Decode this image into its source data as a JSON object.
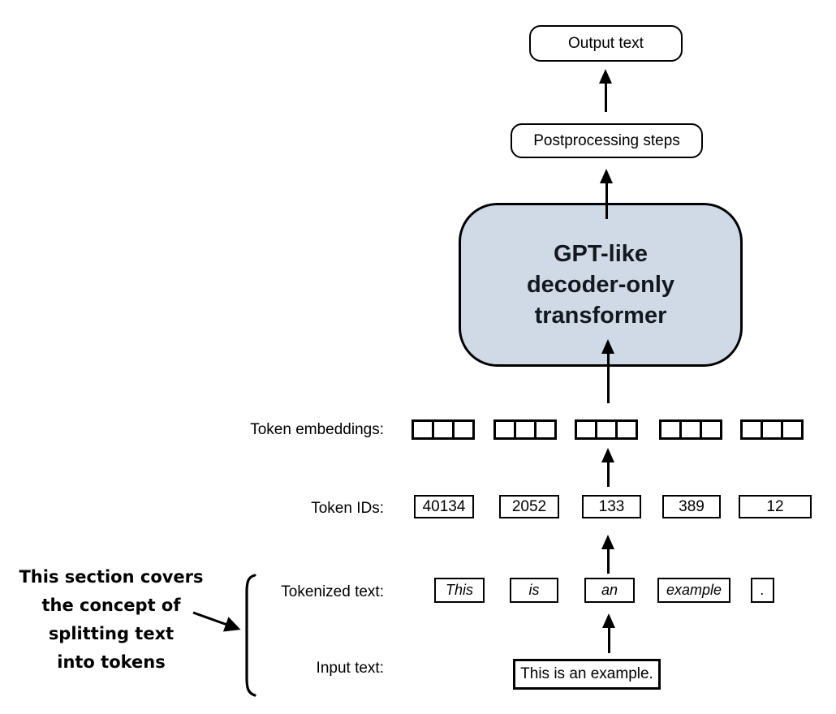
{
  "title": "Tokenization and GPT decoding pipeline diagram",
  "colors": {
    "transformer_fill": "#cfdae6",
    "line": "#000000",
    "background": "#ffffff"
  },
  "pipeline": {
    "output_label": "Output text",
    "postprocessing_label": "Postprocessing steps",
    "transformer_lines": [
      "GPT-like",
      "decoder-only",
      "transformer"
    ]
  },
  "rows": {
    "token_embeddings": {
      "label": "Token embeddings:",
      "groups": 5,
      "cells_per_group": 3
    },
    "token_ids": {
      "label": "Token IDs:",
      "values": [
        "40134",
        "2052",
        "133",
        "389",
        "12"
      ]
    },
    "tokenized_text": {
      "label": "Tokenized text:",
      "tokens": [
        "This",
        "is",
        "an",
        "example",
        "."
      ]
    },
    "input_text": {
      "label": "Input text:",
      "value": "This is an example."
    }
  },
  "annotation": {
    "lines": [
      "This section covers",
      "the concept of",
      "splitting text",
      "into tokens"
    ]
  }
}
